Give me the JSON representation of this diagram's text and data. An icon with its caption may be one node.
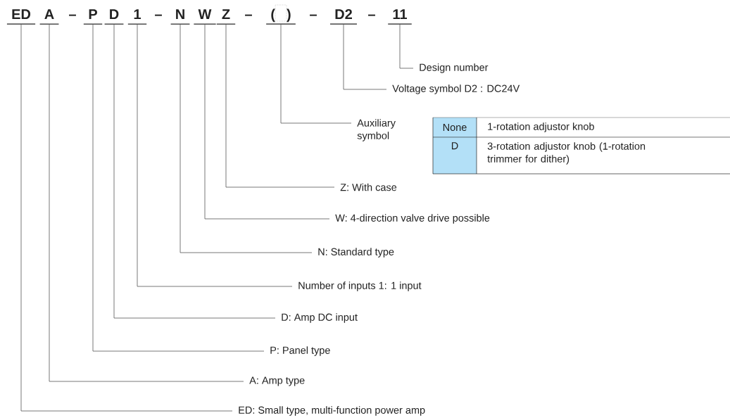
{
  "diagram": {
    "nodes": [
      {
        "text": [
          "ED"
        ]
      },
      {
        "text": [
          "A"
        ]
      },
      {
        "text": [
          "P"
        ]
      },
      {
        "text": [
          "D"
        ]
      },
      {
        "text": [
          "1"
        ]
      },
      {
        "text": [
          "N"
        ]
      },
      {
        "text": [
          "W"
        ]
      },
      {
        "text": [
          "Z"
        ]
      },
      {
        "text": [
          "(",
          ")"
        ]
      },
      {
        "text": [
          "D2"
        ]
      },
      {
        "text": [
          "11"
        ]
      },
      {
        "text": [
          "Design number"
        ]
      },
      {
        "text": [
          "Voltage symbol D2 : DC24V"
        ]
      },
      {
        "text": [
          "Auxiliary symbol"
        ]
      },
      {
        "text": [
          "Z: With case"
        ]
      },
      {
        "text": [
          "W: 4-direction valve drive possible"
        ]
      },
      {
        "text": [
          "N: Standard type"
        ]
      },
      {
        "text": [
          "Number of inputs 1: 1 input"
        ]
      },
      {
        "text": [
          "D: Amp DC input"
        ]
      },
      {
        "text": [
          "P: Panel type"
        ]
      },
      {
        "text": [
          "A: Amp type"
        ]
      },
      {
        "text": [
          "ED: Small type, multi-function power amp"
        ]
      }
    ],
    "edges": [
      {
        "from": 10,
        "to": 11,
        "arrow": "none"
      },
      {
        "from": 9,
        "to": 12,
        "arrow": "none"
      },
      {
        "from": 8,
        "to": 13,
        "arrow": "none"
      },
      {
        "from": 7,
        "to": 14,
        "arrow": "none"
      },
      {
        "from": 6,
        "to": 15,
        "arrow": "none"
      },
      {
        "from": 5,
        "to": 16,
        "arrow": "none"
      },
      {
        "from": 4,
        "to": 17,
        "arrow": "none"
      },
      {
        "from": 3,
        "to": 18,
        "arrow": "none"
      },
      {
        "from": 2,
        "to": 19,
        "arrow": "none"
      },
      {
        "from": 1,
        "to": 20,
        "arrow": "none"
      },
      {
        "from": 0,
        "to": 21,
        "arrow": "none"
      }
    ],
    "labels": [
      "–",
      "–",
      "–",
      "–",
      "–",
      "None",
      "1-rotation adjustor knob",
      "D",
      "3-rotation adjustor knob (1-rotation trimmer for dither)"
    ]
  }
}
